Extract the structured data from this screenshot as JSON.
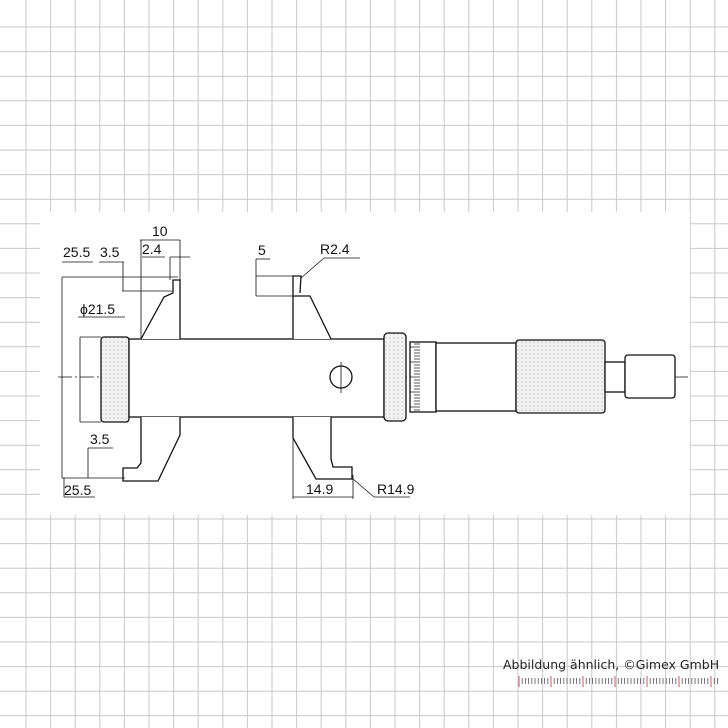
{
  "drawing": {
    "dimensions": {
      "top_left_25_5": "25.5",
      "top_3_5": "3.5",
      "top_10": "10",
      "top_2_4": "2.4",
      "diameter": "ϕ21.5",
      "top_5": "5",
      "radius_top": "R2.4",
      "bottom_3_5": "3.5",
      "bottom_25_5": "25.5",
      "bottom_14_9": "14.9",
      "radius_bottom": "R14.9"
    }
  },
  "footer": {
    "caption": "Abbildung ähnlich, ©Gimex GmbH",
    "ruler_color": "#c0304a"
  },
  "colors": {
    "grid": "#c8c8c8",
    "line": "#111111"
  }
}
